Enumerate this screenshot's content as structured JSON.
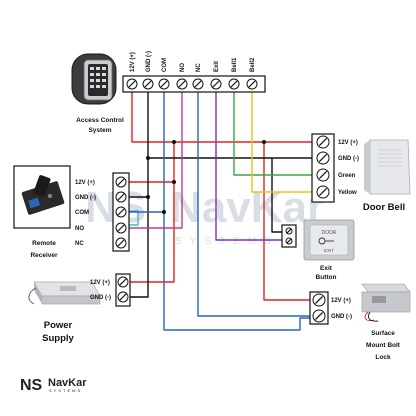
{
  "colors": {
    "red": "#e02424",
    "black": "#111111",
    "blue": "#2e64b5",
    "light_blue": "#36b5d8",
    "purple": "#7b2fbf",
    "green": "#3aa53a",
    "yellow": "#e3c51a",
    "watermark": "#d9dde6"
  },
  "watermark": {
    "brand": "NavKar",
    "sub": "SYSTEMS",
    "mark": "NS"
  },
  "access_control": {
    "terminals": [
      "12V (+)",
      "GND (-)",
      "COM",
      "NO",
      "NC",
      "Exit",
      "Bell1",
      "Bell2"
    ],
    "label_line1": "Access Control",
    "label_line2": "System",
    "icon": "keypad-reader-icon"
  },
  "door_bell": {
    "terminals": [
      "12V (+)",
      "GND (-)",
      "Green",
      "Yellow"
    ],
    "label": "Door Bell",
    "icon": "door-bell-icon"
  },
  "remote_receiver": {
    "terminals": [
      "12V (+)",
      "GND (-)",
      "COM",
      "NO",
      "NC"
    ],
    "label_line1": "Remote",
    "label_line2": "Receiver",
    "icon": "remote-receiver-icon"
  },
  "exit_button": {
    "label_line1": "Exit",
    "label_line2": "Button",
    "face_top": "DOOR",
    "face_bottom": "EXIT",
    "icon": "exit-button-icon"
  },
  "power_supply": {
    "terminals": [
      "12V (+)",
      "GND (-)"
    ],
    "label_line1": "Power",
    "label_line2": "Supply",
    "icon": "power-supply-icon"
  },
  "bolt_lock": {
    "terminals": [
      "12V (+)",
      "GND (-)"
    ],
    "label_line1": "Surface",
    "label_line2": "Mount Bolt",
    "label_line3": "Lock",
    "icon": "bolt-lock-icon"
  },
  "logo": {
    "mark": "NS",
    "brand": "NavKar",
    "sub": "SYSTEMS"
  }
}
